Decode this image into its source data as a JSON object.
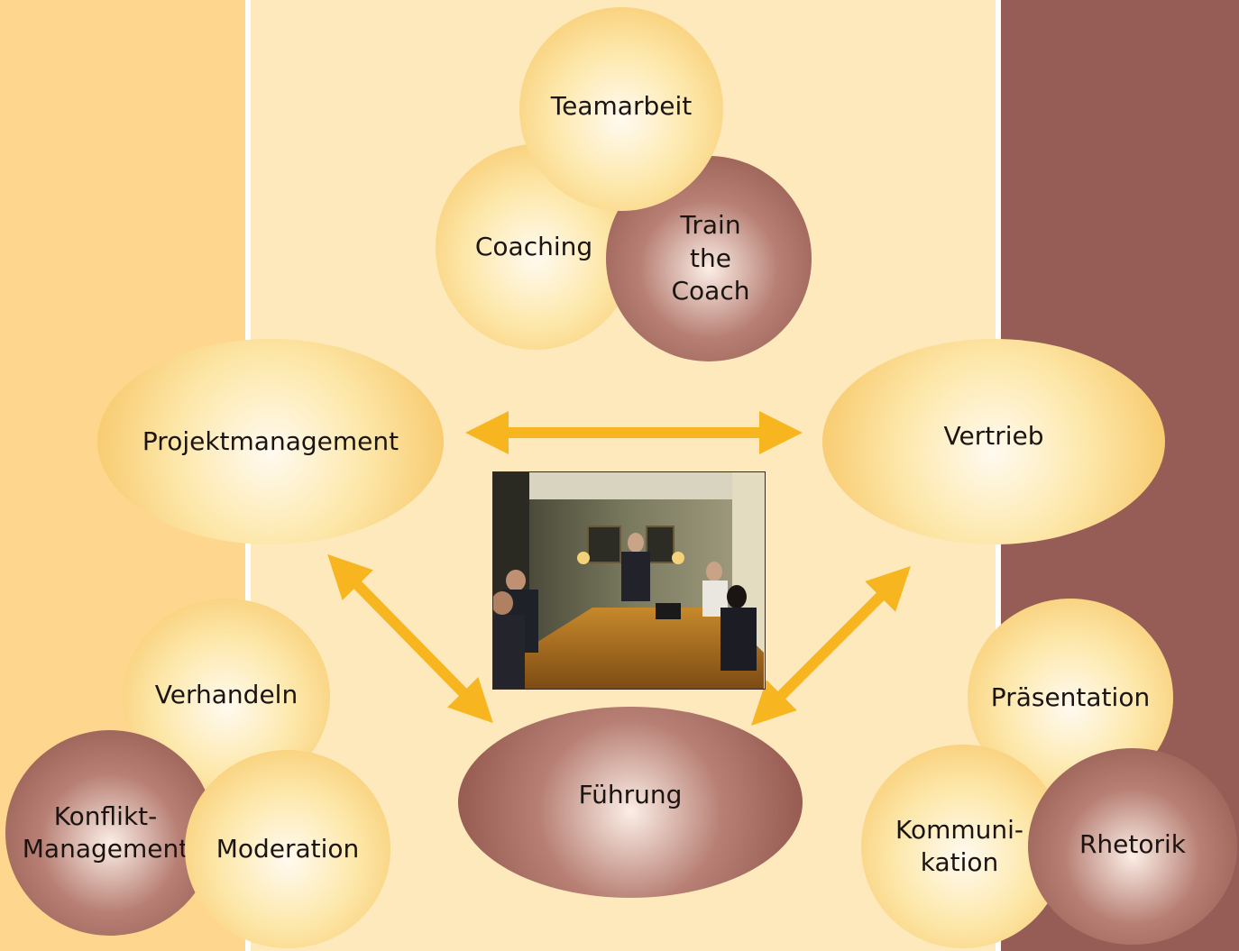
{
  "topics": {
    "teamarbeit": "Teamarbeit",
    "coaching": "Coaching",
    "train_the_coach": "Train\nthe\nCoach",
    "projektmanagement": "Projektmanagement",
    "vertrieb": "Vertrieb",
    "fuehrung": "Führung",
    "verhandeln": "Verhandeln",
    "konflikt_management": "Konflikt-\nManagement",
    "moderation": "Moderation",
    "praesentation": "Präsentation",
    "kommunikation": "Kommuni-\nkation",
    "rhetorik": "Rhetorik"
  },
  "colors": {
    "panel_left": "#fed68d",
    "panel_center": "#fde9bb",
    "panel_right": "#955d55",
    "arrow": "#f7b51f",
    "bubble_gold": "#f6c05a",
    "bubble_brown": "#8a4f46"
  },
  "photo": {
    "subject": "business meeting around conference table"
  }
}
